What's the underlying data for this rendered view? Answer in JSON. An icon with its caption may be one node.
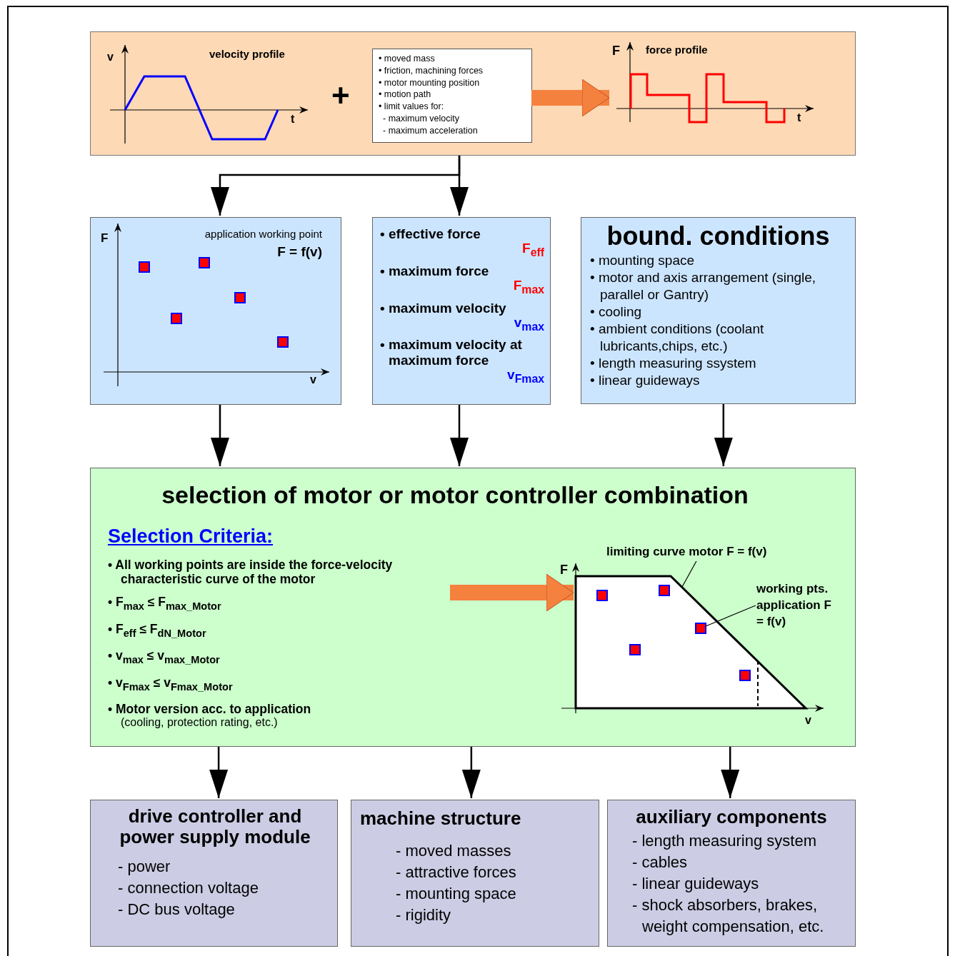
{
  "diagram": {
    "nodes": [
      {
        "text": [],
        "shape": "box"
      },
      {
        "text": [
          "velocity profile"
        ],
        "in": 0
      },
      {
        "text": [
          "• moved mass",
          "• friction, machining forces",
          "• motor mounting position",
          "• motion path",
          "• limit values for:",
          "- maximum velocity",
          "- maximum acceleration"
        ],
        "in": 0
      },
      {
        "text": [
          "force profile"
        ],
        "in": 0
      },
      {
        "text": [
          "application working point",
          "F = f(v)"
        ]
      },
      {
        "text": [
          "• effective force",
          "F$_{eff}$",
          "• maximum force",
          "F$_{max}$",
          "• maximum velocity",
          "v$_{max}$",
          "• maximum velocity at maximum force",
          "v$_{Fmax}$"
        ]
      },
      {
        "text": [
          "bound. conditions",
          "• mounting space",
          "• motor and axis arrangement (single, parallel or Gantry)",
          "• cooling",
          "• ambient conditions (coolant lubricants,chips, etc.)",
          "• length measuring ssystem",
          "• linear guideways"
        ]
      },
      {
        "text": [
          "selection of motor or motor controller combination"
        ]
      },
      {
        "text": [
          "Selection Criteria:",
          "• All working points are inside the force-velocity characteristic curve of the motor",
          "• F$_{max}$ ≤ F$_{max_Motor}$",
          "• F$_{eff}$ ≤ F$_{dN_Motor}$",
          "• v$_{max}$ ≤ v$_{max_Motor}$",
          "• v$_{Fmax}$ ≤ v$_{Fmax_Motor}$",
          "• Motor version acc. to application",
          "(cooling, protection rating, etc.)"
        ],
        "in": 7
      },
      {
        "text": [],
        "shape": "box",
        "in": 7
      },
      {
        "text": [
          "limiting curve motor F = f(v)"
        ],
        "in": 7
      },
      {
        "text": [
          "working pts. application F = f(v)"
        ],
        "in": 7
      },
      {
        "text": [
          "drive controller and power supply module",
          "- power",
          "- connection voltage",
          "- DC bus voltage"
        ]
      },
      {
        "text": [
          "machine structure",
          "- moved masses",
          "- attractive forces",
          "- mounting space",
          "- rigidity"
        ]
      },
      {
        "text": [
          "auxiliary components",
          "- length measuring system",
          "- cables",
          "- linear guideways",
          "- shock absorbers, brakes, weight compensation, etc."
        ]
      }
    ],
    "edges": [
      {
        "from": 0,
        "to": 4,
        "arrow": "to"
      },
      {
        "from": 0,
        "to": 5,
        "arrow": "to"
      },
      {
        "from": 2,
        "to": 3,
        "arrow": "to",
        "style": "thick",
        "color": "#f5813f"
      },
      {
        "from": 4,
        "to": 7,
        "arrow": "to"
      },
      {
        "from": 5,
        "to": 7,
        "arrow": "to"
      },
      {
        "from": 6,
        "to": 7,
        "arrow": "to"
      },
      {
        "from": 8,
        "to": 9,
        "arrow": "to",
        "style": "thick",
        "color": "#f5813f"
      },
      {
        "from": 10,
        "to": 9,
        "arrow": "none"
      },
      {
        "from": 11,
        "to": 9,
        "arrow": "none"
      },
      {
        "from": 7,
        "to": 12,
        "arrow": "to"
      },
      {
        "from": 7,
        "to": 13,
        "arrow": "to"
      },
      {
        "from": 7,
        "to": 14,
        "arrow": "to"
      }
    ],
    "labels": [
      "v",
      "t",
      "+",
      "F",
      "t",
      "F",
      "v",
      "F",
      "v"
    ]
  }
}
